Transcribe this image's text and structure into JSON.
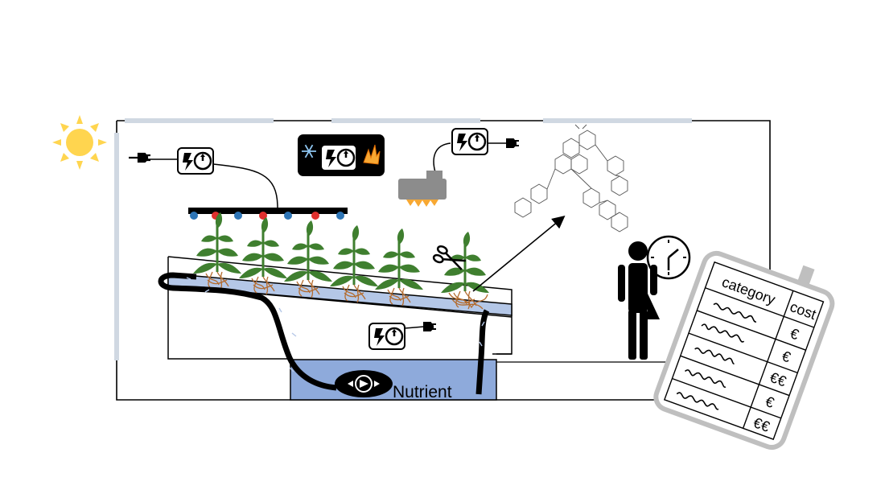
{
  "tank": {
    "label": "Nutrient"
  },
  "clipboard": {
    "headers": [
      "category",
      "cost"
    ],
    "rows": [
      {
        "cost": "€"
      },
      {
        "cost": "€"
      },
      {
        "cost": "€€"
      },
      {
        "cost": "€"
      },
      {
        "cost": "€€"
      }
    ]
  },
  "colors": {
    "sun": "#FFD54F",
    "window": "#D0D8E2",
    "leaf": "#3F7F2F",
    "root": "#B36B2E",
    "nutrient": "#8EAADB",
    "channel": "#B4C7E7",
    "led_red": "#E0302E",
    "led_blue": "#2E75B6",
    "lamp": "#8C8C8C",
    "lamp_glow": "#F7A833",
    "clipboard_border": "#BFBFBF"
  },
  "icons": [
    "sun-icon",
    "plug-icon",
    "power-timer-icon",
    "snowflake-icon",
    "heat-icon",
    "pump-icon",
    "scissors-icon",
    "clock-icon",
    "person-icon",
    "molecule-icon",
    "clipboard-icon"
  ]
}
